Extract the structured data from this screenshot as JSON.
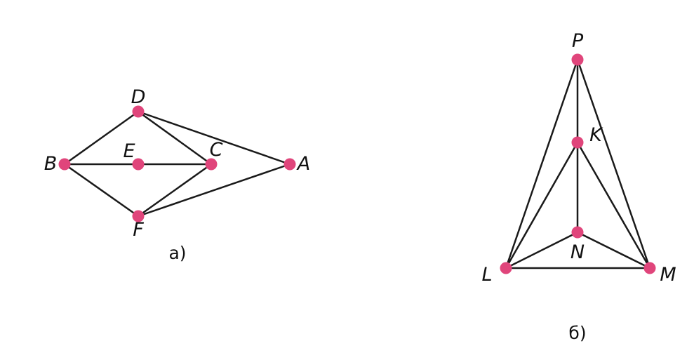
{
  "colors": {
    "vertex": "#e0457b",
    "edge": "#1a1a1a",
    "text": "#111111",
    "background": "#ffffff"
  },
  "graphs": [
    {
      "caption": "а)",
      "vertices": [
        "D",
        "B",
        "E",
        "C",
        "A",
        "F"
      ],
      "edges": [
        [
          "B",
          "D"
        ],
        [
          "D",
          "C"
        ],
        [
          "D",
          "A"
        ],
        [
          "B",
          "E"
        ],
        [
          "E",
          "C"
        ],
        [
          "B",
          "F"
        ],
        [
          "F",
          "C"
        ],
        [
          "F",
          "A"
        ]
      ]
    },
    {
      "caption": "б)",
      "vertices": [
        "P",
        "K",
        "N",
        "L",
        "M"
      ],
      "edges": [
        [
          "P",
          "K"
        ],
        [
          "K",
          "N"
        ],
        [
          "P",
          "L"
        ],
        [
          "P",
          "M"
        ],
        [
          "K",
          "L"
        ],
        [
          "K",
          "M"
        ],
        [
          "L",
          "N"
        ],
        [
          "N",
          "M"
        ],
        [
          "L",
          "M"
        ]
      ]
    }
  ]
}
